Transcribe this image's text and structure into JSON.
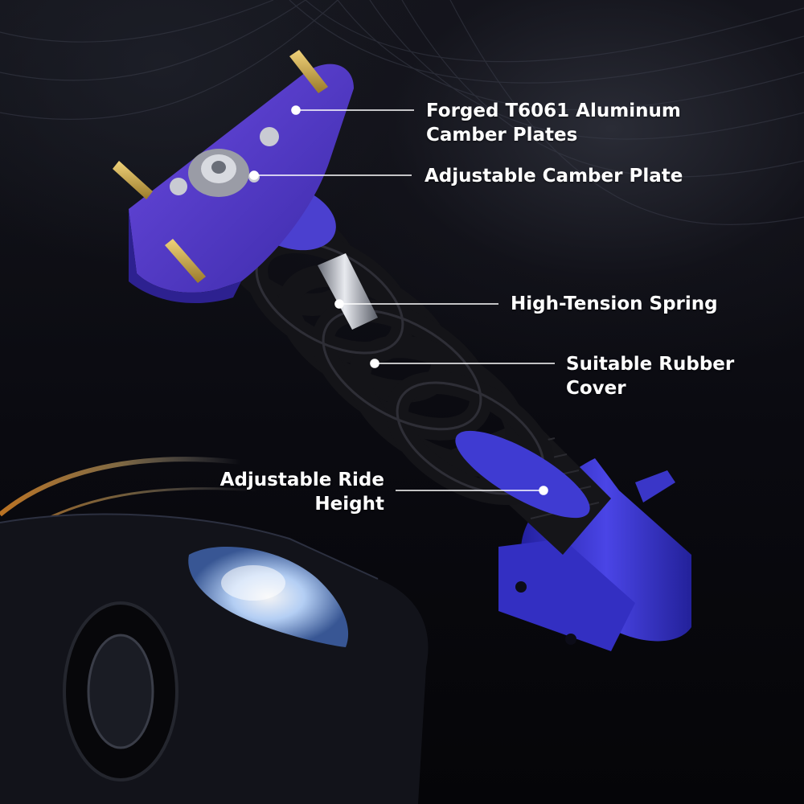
{
  "callouts": {
    "camber_plates": {
      "line1": "Forged T6061 Aluminum",
      "line2": "Camber Plates"
    },
    "adjustable_camber": {
      "line1": "Adjustable Camber Plate"
    },
    "spring": {
      "line1": "High-Tension Spring"
    },
    "rubber_cover": {
      "line1": "Suitable Rubber",
      "line2": "Cover"
    },
    "ride_height": {
      "line1": "Adjustable Ride",
      "line2": "Height"
    }
  },
  "colors": {
    "part_blue": "#3a36c8",
    "part_purple": "#5b3fd0",
    "spring_black": "#141418",
    "callout_line": "#ffffff",
    "headlight_glow": "#9fc8ff",
    "light_streak": "#f0a030"
  }
}
